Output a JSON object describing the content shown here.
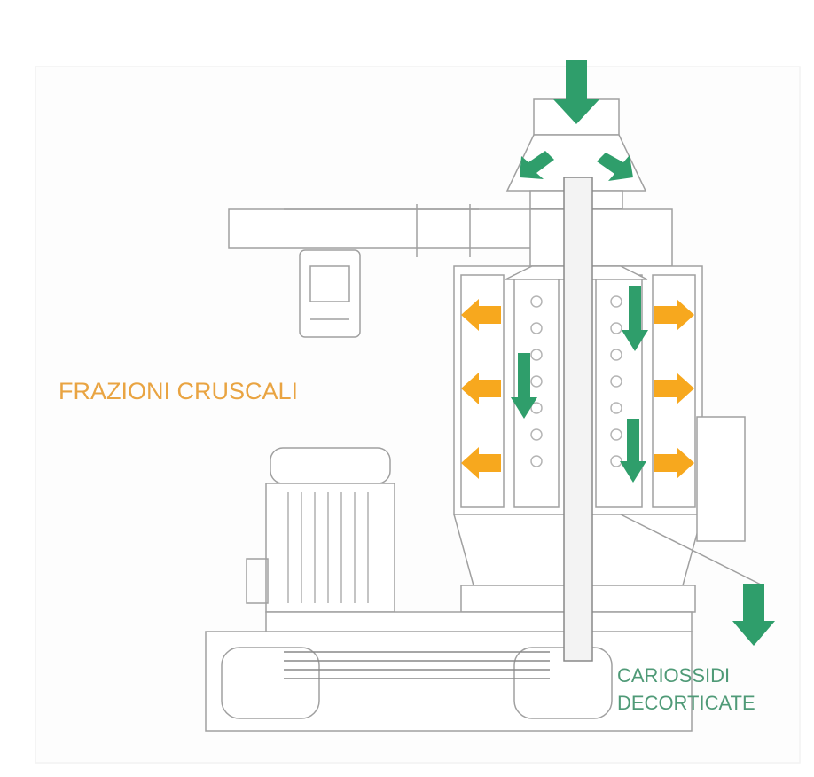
{
  "labels": {
    "bran_fractions": "FRAZIONI CRUSCALI",
    "dehulled_kernels_line1": "CARIOSSIDI",
    "dehulled_kernels_line2": "DECORTICATE"
  },
  "colors": {
    "inflow_arrow": "#2f9e6b",
    "bran_arrow": "#f7a81e",
    "bran_text": "#e9a442",
    "kernel_text": "#4f9a77",
    "drawing_line": "#9a9a9a"
  }
}
